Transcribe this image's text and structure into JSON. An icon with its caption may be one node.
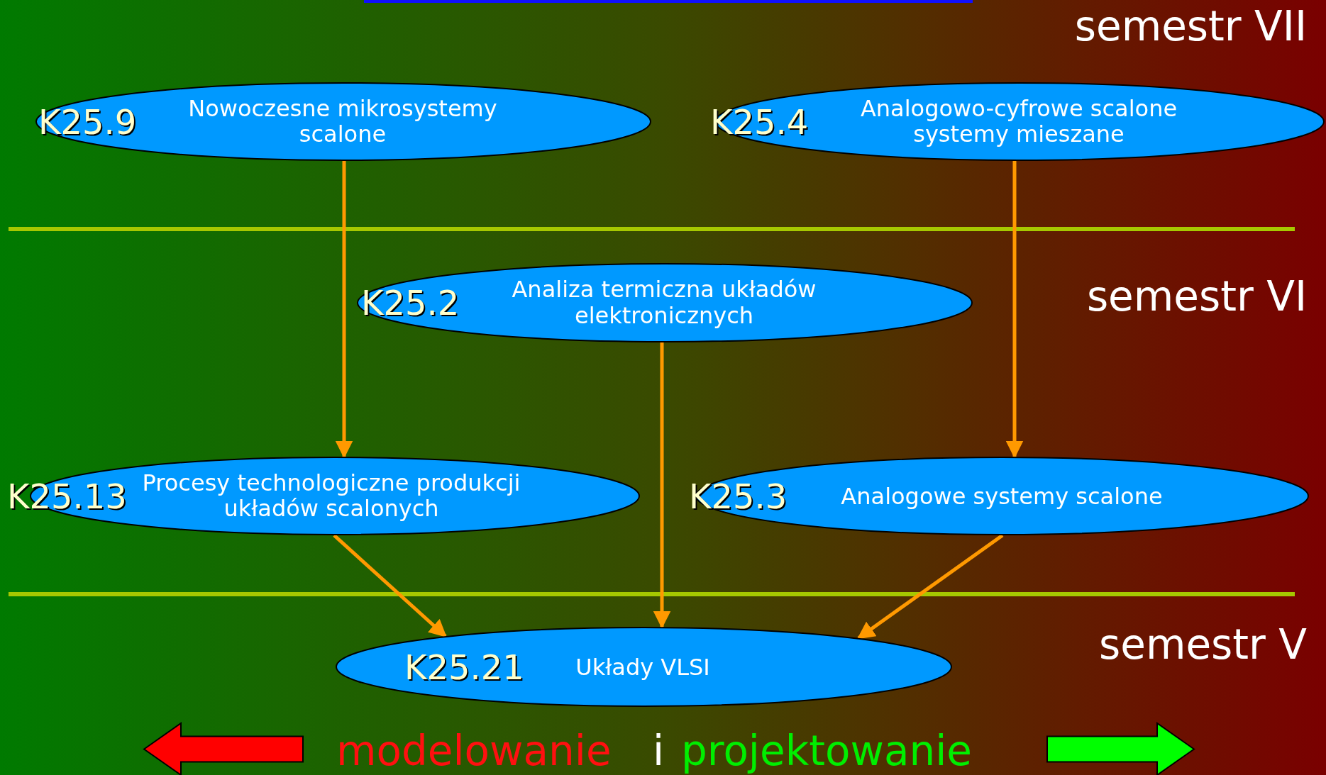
{
  "diagram": {
    "nodes": [
      {
        "text": [
          "K25.9",
          "Nowoczesne mikrosystemy scalone"
        ]
      },
      {
        "text": [
          "K25.4",
          "Analogowo-cyfrowe scalone systemy mieszane"
        ]
      },
      {
        "text": [
          "K25.2",
          "Analiza termiczna układów elektronicznych"
        ]
      },
      {
        "text": [
          "K25.13",
          "Procesy technologiczne produkcji układów scalonych"
        ]
      },
      {
        "text": [
          "K25.3",
          "Analogowe systemy scalone"
        ]
      },
      {
        "text": [
          "K25.21",
          "Układy VLSI"
        ]
      }
    ],
    "edges": [
      {
        "from": 0,
        "to": 3,
        "arrow": "to"
      },
      {
        "from": 1,
        "to": 4,
        "arrow": "to"
      },
      {
        "from": 2,
        "to": 5,
        "arrow": "to"
      },
      {
        "from": 3,
        "to": 5,
        "arrow": "to"
      },
      {
        "from": 4,
        "to": 5,
        "arrow": "to"
      }
    ],
    "labels": [
      "semestr VII",
      "semestr VI",
      "semestr V",
      "modelowanie",
      "i",
      "projektowanie"
    ]
  }
}
